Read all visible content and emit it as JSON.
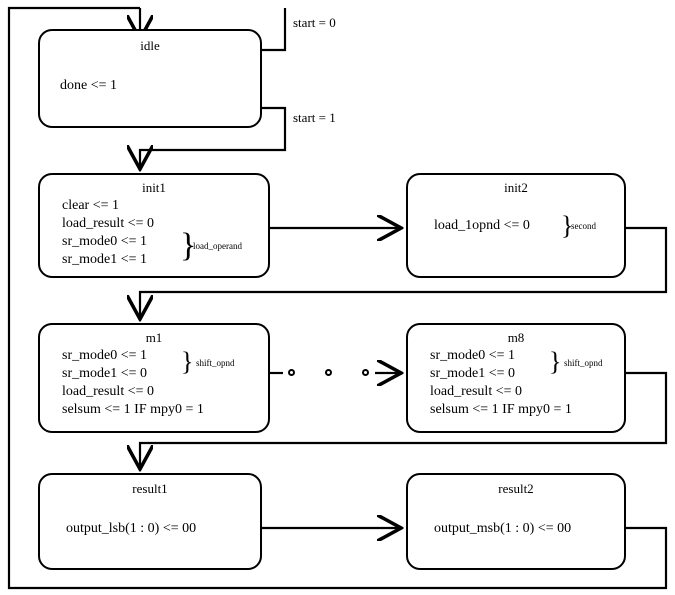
{
  "diagram": {
    "type": "state-machine-asm-chart",
    "title": "",
    "states": [
      {
        "id": "idle",
        "name": "idle",
        "actions": [
          "done <= 1"
        ],
        "groups": []
      },
      {
        "id": "init1",
        "name": "init1",
        "actions": [
          "clear <= 1",
          "load_result <= 0",
          "sr_mode0 <= 1",
          "sr_mode1 <= 1"
        ],
        "groups": [
          {
            "label": "load_operand",
            "covers": [
              "sr_mode0 <= 1",
              "sr_mode1 <= 1"
            ]
          }
        ]
      },
      {
        "id": "init2",
        "name": "init2",
        "actions": [
          "load_1opnd <= 0"
        ],
        "groups": [
          {
            "label": "second",
            "covers": [
              "load_1opnd <= 0"
            ]
          }
        ]
      },
      {
        "id": "m1",
        "name": "m1",
        "actions": [
          "sr_mode0 <= 1",
          "sr_mode1 <= 0",
          "load_result <= 0",
          "selsum <= 1 IF mpy0 = 1"
        ],
        "groups": [
          {
            "label": "shift_opnd",
            "covers": [
              "sr_mode0 <= 1",
              "sr_mode1 <= 0"
            ]
          }
        ]
      },
      {
        "id": "m8",
        "name": "m8",
        "actions": [
          "sr_mode0 <= 1",
          "sr_mode1 <= 0",
          "load_result <= 0",
          "selsum <= 1 IF mpy0 = 1"
        ],
        "groups": [
          {
            "label": "shift_opnd",
            "covers": [
              "sr_mode0 <= 1",
              "sr_mode1 <= 0"
            ]
          }
        ]
      },
      {
        "id": "result1",
        "name": "result1",
        "actions": [
          "output_lsb(1 : 0) <= 00"
        ],
        "groups": []
      },
      {
        "id": "result2",
        "name": "result2",
        "actions": [
          "output_msb(1 : 0) <= 00"
        ],
        "groups": []
      }
    ],
    "transitions": [
      {
        "from": "idle",
        "to": "idle",
        "label": "start = 0"
      },
      {
        "from": "idle",
        "to": "init1",
        "label": "start = 1"
      },
      {
        "from": "init1",
        "to": "init2",
        "label": ""
      },
      {
        "from": "init2",
        "to": "m1",
        "label": ""
      },
      {
        "from": "m1",
        "to": "m8",
        "label": ""
      },
      {
        "from": "m8",
        "to": "result1",
        "label": ""
      },
      {
        "from": "result1",
        "to": "result2",
        "label": ""
      },
      {
        "from": "result2",
        "to": "idle",
        "label": ""
      }
    ],
    "edge_labels": [
      "start = 0",
      "start = 1"
    ],
    "ellipsis": {
      "symbol": "o",
      "count": 3
    },
    "colors": {
      "stroke": "#000000",
      "fill": "#ffffff",
      "text": "#000000"
    }
  }
}
